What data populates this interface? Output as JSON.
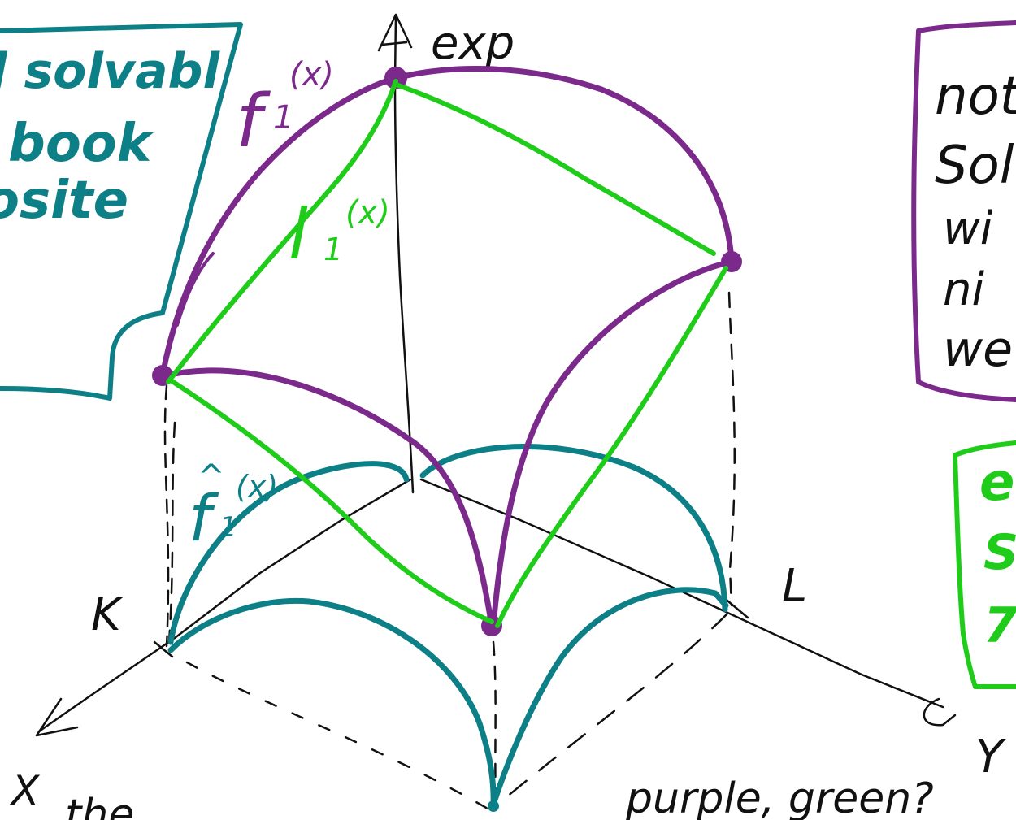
{
  "colors": {
    "ink": "#111111",
    "purple": "#7b2a8c",
    "green": "#1fcc1a",
    "teal": "#0d7f86",
    "background": "#ffffff"
  },
  "axes": {
    "vertical_label": "exp",
    "k_label": "K",
    "l_label": "L",
    "x_label": "X",
    "y_label": "Y"
  },
  "curves": {
    "purple_label": "f",
    "purple_sub": "1",
    "purple_arg": "(x)",
    "green_label": "l",
    "green_sub": "1",
    "green_arg": "(x)",
    "teal_label": "f",
    "teal_hat": "^",
    "teal_sub": "1",
    "teal_arg": "(x)"
  },
  "notes": {
    "teal_box_lines": [
      "l solvabl",
      "book",
      "osite"
    ],
    "purple_box_lines": [
      "not",
      "Sol",
      "wi",
      "ni",
      "we"
    ],
    "green_box_lines": [
      "e",
      "S",
      "7"
    ],
    "bottom_question": "purple, green?",
    "bottom_fragment": "the ..."
  }
}
